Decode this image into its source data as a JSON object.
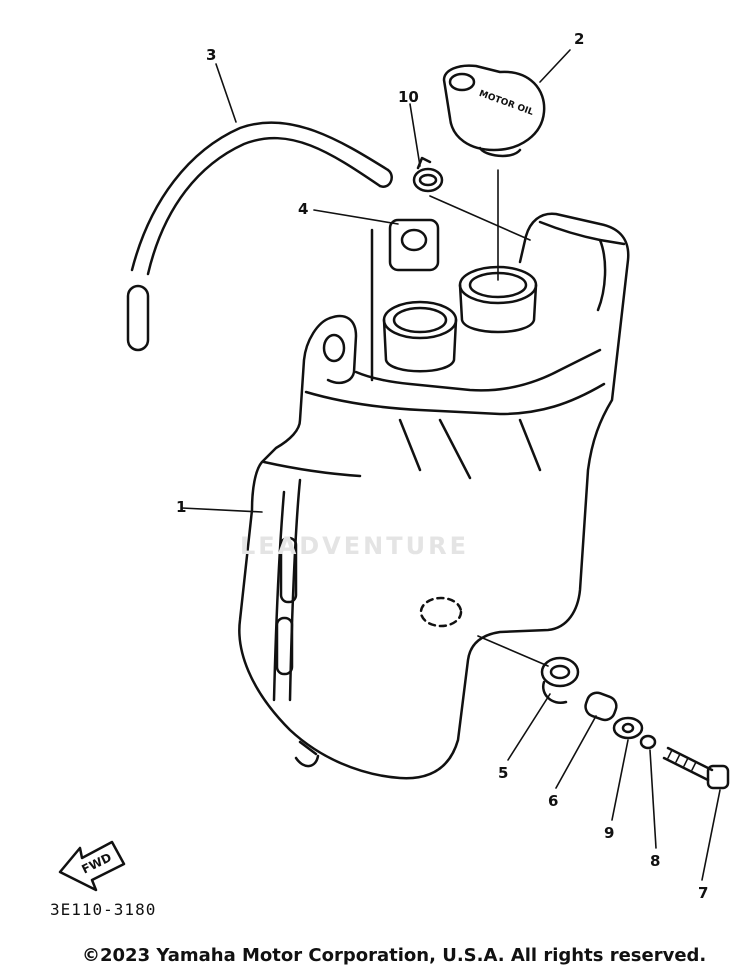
{
  "callouts": [
    {
      "id": "1",
      "label": "1"
    },
    {
      "id": "2",
      "label": "2"
    },
    {
      "id": "3",
      "label": "3"
    },
    {
      "id": "4",
      "label": "4"
    },
    {
      "id": "5",
      "label": "5"
    },
    {
      "id": "6",
      "label": "6"
    },
    {
      "id": "7",
      "label": "7"
    },
    {
      "id": "8",
      "label": "8"
    },
    {
      "id": "9",
      "label": "9"
    },
    {
      "id": "10",
      "label": "10"
    }
  ],
  "cap_text": "MOTOR OIL",
  "fwd_label": "FWD",
  "diagram_code": "3E110-3180",
  "watermark": "LEADVENTURE",
  "copyright": "©2023 Yamaha Motor Corporation, U.S.A. All rights reserved.",
  "colors": {
    "ink": "#111111",
    "paper": "#ffffff",
    "watermark": "#e4e4e4"
  }
}
